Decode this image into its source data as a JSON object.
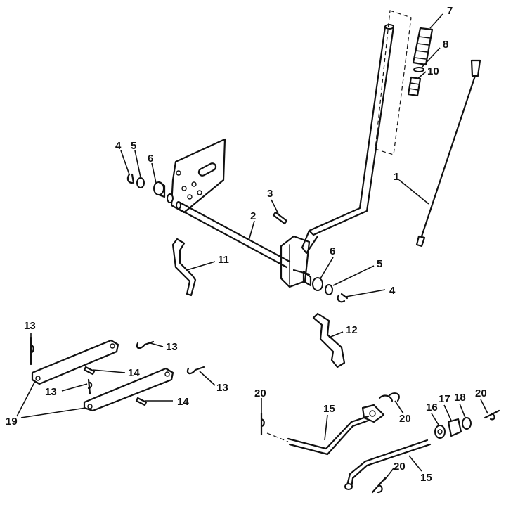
{
  "callouts": {
    "c1": "1",
    "c2": "2",
    "c3": "3",
    "c4a": "4",
    "c4b": "4",
    "c5a": "5",
    "c5b": "5",
    "c6a": "6",
    "c6b": "6",
    "c7": "7",
    "c8": "8",
    "c10": "10",
    "c11": "11",
    "c12": "12",
    "c13a": "13",
    "c13b": "13",
    "c13c": "13",
    "c13d": "13",
    "c14a": "14",
    "c14b": "14",
    "c15a": "15",
    "c15b": "15",
    "c16": "16",
    "c17": "17",
    "c18": "18",
    "c19": "19",
    "c20a": "20",
    "c20b": "20",
    "c20c": "20",
    "c20d": "20"
  },
  "colors": {
    "line": "#111111",
    "background": "#ffffff"
  }
}
